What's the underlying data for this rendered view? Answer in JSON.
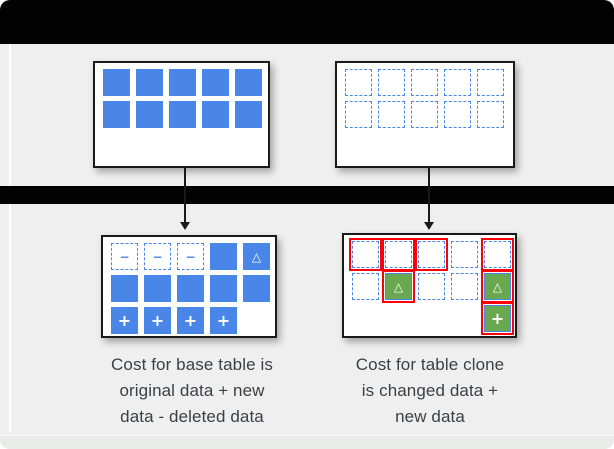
{
  "colors": {
    "background": "#efefef",
    "footer_strip": "#e9ebe9",
    "bar_black": "#020202",
    "box_border": "#1a1a1a",
    "blue": "#4a86e8",
    "green": "#6aa84f",
    "red": "#fb0006",
    "text": "#3c4043"
  },
  "cell_glyphs": {
    "dashed-minus": "−",
    "solid-triangle": "△",
    "solid-plus": "+",
    "red-green-triangle": "△",
    "red-green-plus": "+"
  },
  "boxes": {
    "base_before": {
      "rows": [
        [
          "solid",
          "solid",
          "solid",
          "solid",
          "solid"
        ],
        [
          "solid",
          "solid",
          "solid",
          "solid",
          "solid"
        ]
      ]
    },
    "clone_before": {
      "rows": [
        [
          "dashed",
          "dashed",
          "dashed",
          "dashed",
          "dashed"
        ],
        [
          "dashed",
          "dashed",
          "dashed",
          "dashed",
          "dashed"
        ]
      ]
    },
    "base_after": {
      "rows": [
        [
          "dashed-minus",
          "dashed-minus",
          "dashed-minus",
          "solid",
          "solid-triangle"
        ],
        [
          "solid",
          "solid",
          "solid",
          "solid",
          "solid"
        ],
        [
          "solid-plus",
          "solid-plus",
          "solid-plus",
          "solid-plus",
          "empty"
        ]
      ]
    },
    "clone_after": {
      "rows": [
        [
          "red-dashed",
          "red-dashed",
          "red-dashed",
          "dashed",
          "red-dashed"
        ],
        [
          "dashed",
          "red-green-triangle",
          "dashed",
          "dashed",
          "red-green-triangle"
        ],
        [
          "empty",
          "empty",
          "empty",
          "empty",
          "red-green-plus"
        ]
      ]
    }
  },
  "captions": {
    "base_table": {
      "lines": [
        "Cost for base table is",
        "original data + new",
        "data - deleted data"
      ]
    },
    "table_clone": {
      "lines": [
        "Cost for table clone",
        "is changed data +",
        "new data"
      ]
    }
  }
}
